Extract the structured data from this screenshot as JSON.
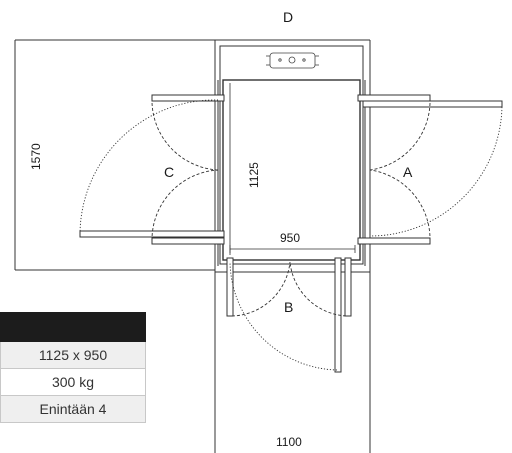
{
  "labels": {
    "door_a": "A",
    "door_b": "B",
    "door_c": "C",
    "door_d": "D"
  },
  "dimensions": {
    "shaft_depth": "1570",
    "platform_depth": "1125",
    "platform_width": "950",
    "shaft_width": "1100"
  },
  "spec_table": {
    "rows": [
      "1125 x 950",
      "300 kg",
      "Enintään 4"
    ]
  }
}
